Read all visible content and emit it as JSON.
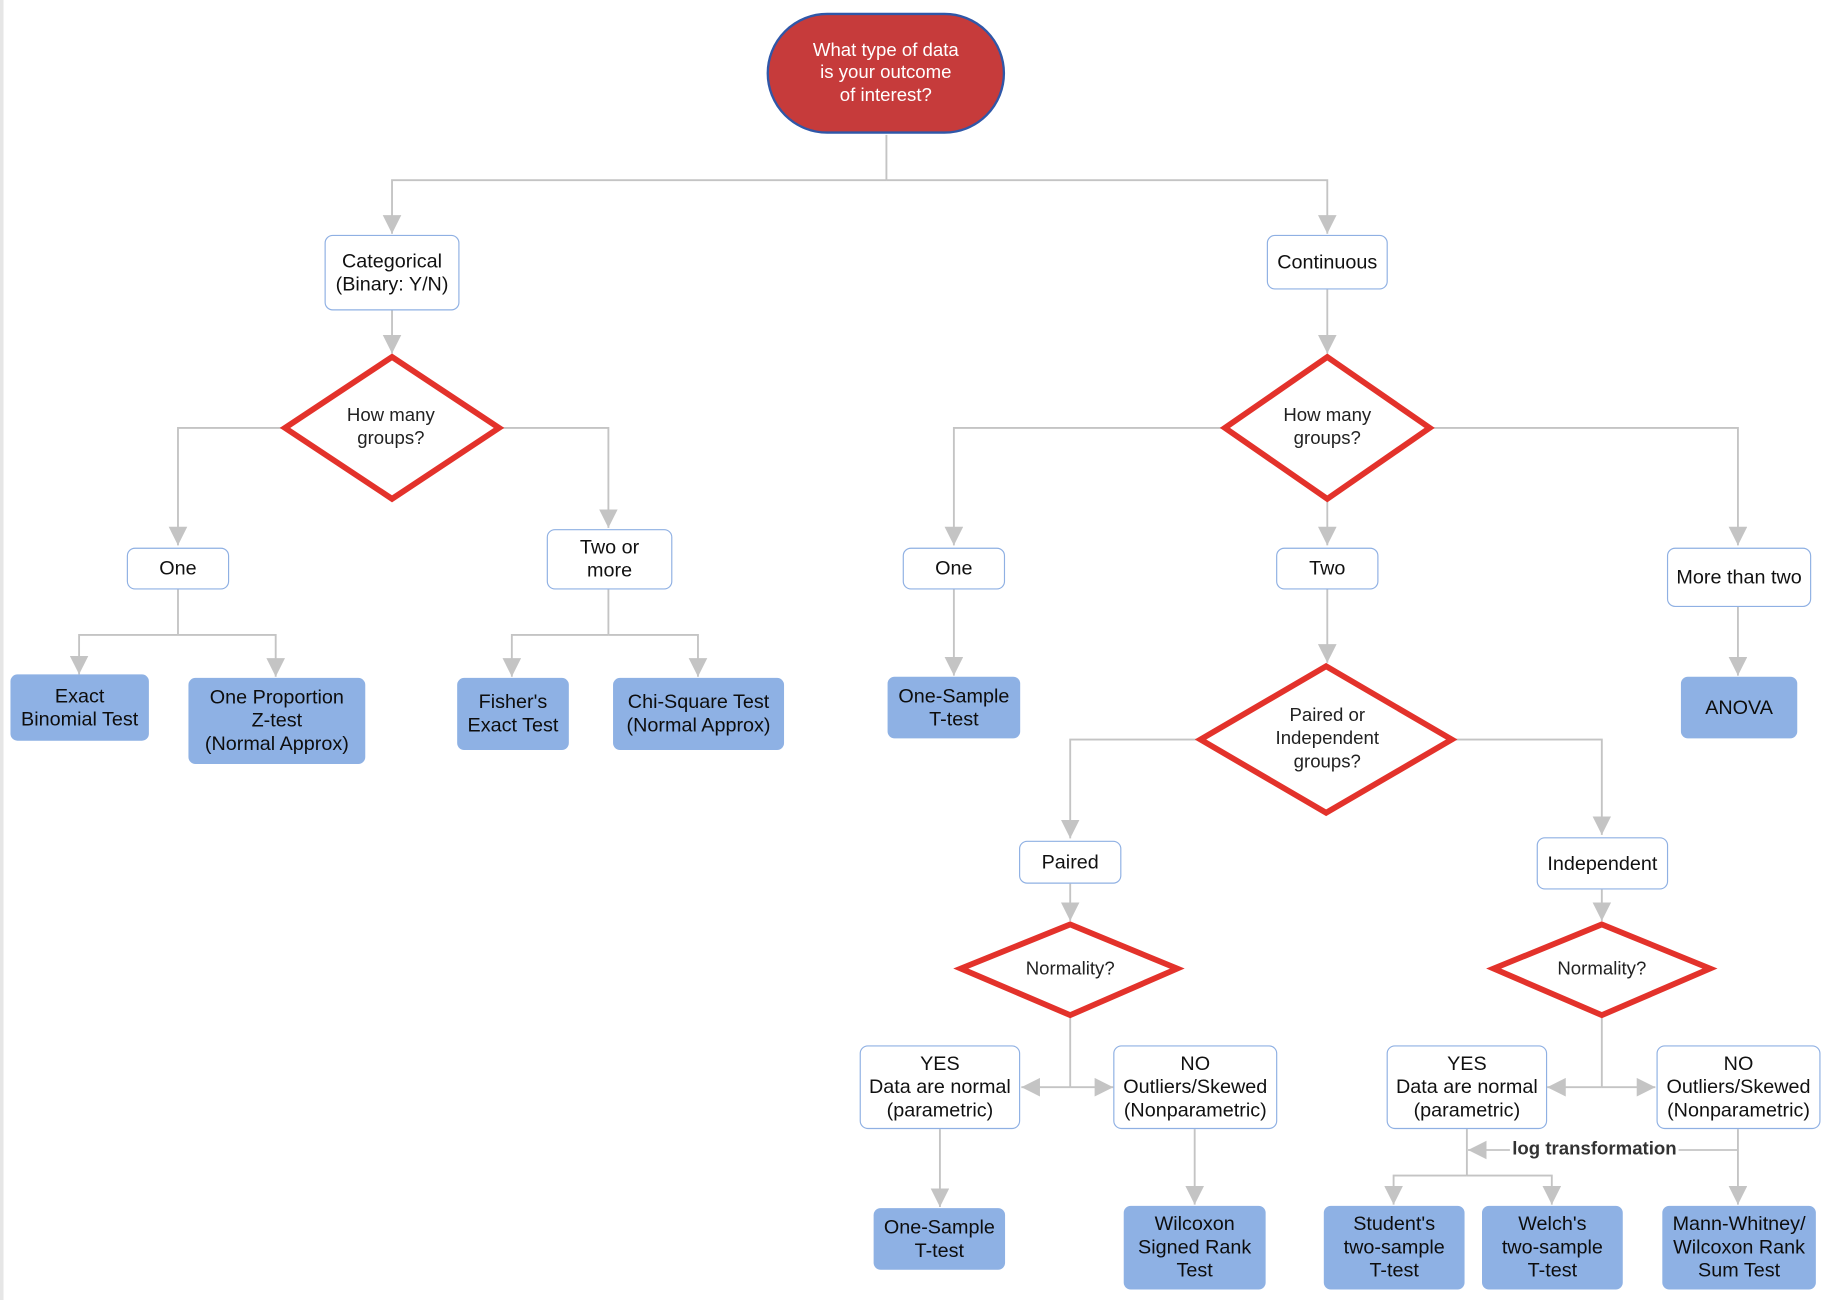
{
  "nodes": {
    "start": "What type of data\nis your outcome\nof interest?",
    "categorical": "Categorical\n(Binary: Y/N)",
    "continuous": "Continuous",
    "cat_how_many": "How many\ngroups?",
    "cont_how_many": "How many\ngroups?",
    "cat_one": "One",
    "cat_two_or_more": "Two or\nmore",
    "cont_one": "One",
    "cont_two": "Two",
    "cont_more_than_two": "More than two",
    "exact_binomial": "Exact\nBinomial Test",
    "one_proportion": "One Proportion\nZ-test\n(Normal Approx)",
    "fishers": "Fisher's\nExact Test",
    "chi_square": "Chi-Square Test\n(Normal Approx)",
    "one_sample_top": "One-Sample\nT-test",
    "anova": "ANOVA",
    "paired_or_independent": "Paired or\nIndependent\ngroups?",
    "paired": "Paired",
    "independent": "Independent",
    "normality_paired": "Normality?",
    "normality_independent": "Normality?",
    "yes_paired": "YES\nData are normal\n(parametric)",
    "no_paired": "NO\nOutliers/Skewed\n(Nonparametric)",
    "yes_independent": "YES\nData are normal\n(parametric)",
    "no_independent": "NO\nOutliers/Skewed\n(Nonparametric)",
    "one_sample_bottom": "One-Sample\nT-test",
    "wilcoxon_signed_rank": "Wilcoxon\nSigned Rank\nTest",
    "students_t": "Student's\ntwo-sample\nT-test",
    "welchs_t": "Welch's\ntwo-sample\nT-test",
    "mann_whitney": "Mann-Whitney/\nWilcoxon Rank\nSum Test"
  },
  "edge_labels": {
    "log_transformation": "log transformation"
  },
  "colors": {
    "start_fill": "#c63b3b",
    "decision_stroke": "#e3322b",
    "category_border": "#8fb0e3",
    "test_fill": "#8eb1e4",
    "connector": "#c4c4c4"
  }
}
